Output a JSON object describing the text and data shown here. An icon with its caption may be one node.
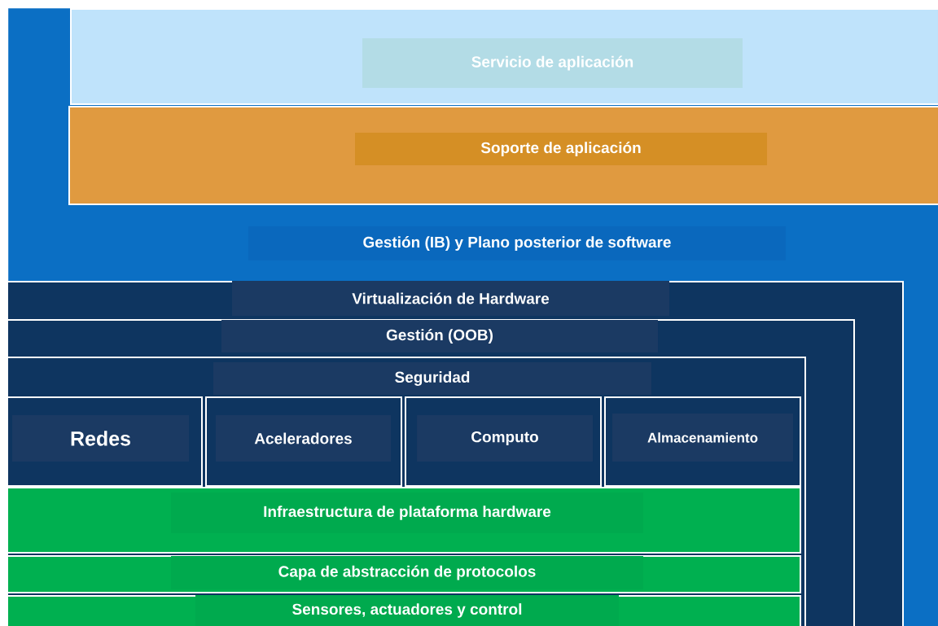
{
  "diagram": {
    "nodes": [
      {
        "text": [
          "Gestión (IB) y Plano posterior de software"
        ]
      },
      {
        "text": [
          "Servicio de aplicación"
        ],
        "in": 0
      },
      {
        "text": [
          "Soporte de aplicación"
        ],
        "in": 0
      },
      {
        "text": [
          "Virtualización de Hardware"
        ],
        "in": 0
      },
      {
        "text": [
          "Gestión  (OOB)"
        ],
        "in": 3
      },
      {
        "text": [
          "Seguridad"
        ],
        "in": 4
      },
      {
        "text": [
          "Redes"
        ],
        "in": 5
      },
      {
        "text": [
          "Aceleradores"
        ],
        "in": 5
      },
      {
        "text": [
          "Computo"
        ],
        "in": 5
      },
      {
        "text": [
          "Almacenamiento"
        ],
        "in": 5
      },
      {
        "text": [
          "Infraestructura de plataforma hardware"
        ],
        "in": 5
      },
      {
        "text": [
          "Capa de abstracción de protocolos"
        ],
        "in": 5
      },
      {
        "text": [
          "Sensores, actuadores y control"
        ],
        "in": 5
      }
    ]
  }
}
